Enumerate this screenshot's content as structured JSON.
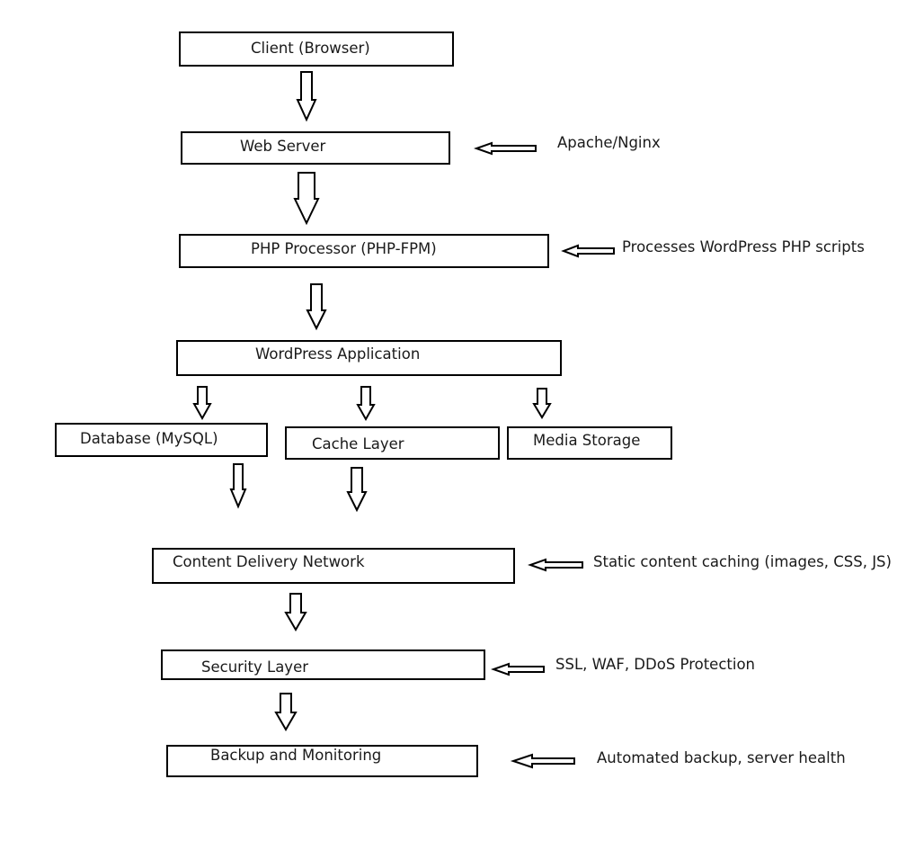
{
  "nodes": {
    "client": "Client (Browser)",
    "web_server": "Web Server",
    "php_processor": "PHP Processor (PHP-FPM)",
    "wordpress_app": "WordPress Application",
    "database": "Database (MySQL)",
    "cache_layer": "Cache Layer",
    "media_storage": "Media Storage",
    "cdn": "Content Delivery Network",
    "security_layer": "Security Layer",
    "backup_monitoring": "Backup and Monitoring"
  },
  "annotations": {
    "web_server": "Apache/Nginx",
    "php_processor": "Processes WordPress PHP scripts",
    "cdn": "Static content caching (images, CSS, JS)",
    "security_layer": "SSL, WAF, DDoS Protection",
    "backup_monitoring": "Automated backup, server health"
  },
  "edges": [
    {
      "from": "client",
      "to": "web_server"
    },
    {
      "from": "web_server",
      "to": "php_processor"
    },
    {
      "from": "php_processor",
      "to": "wordpress_app"
    },
    {
      "from": "wordpress_app",
      "to": "database"
    },
    {
      "from": "wordpress_app",
      "to": "cache_layer"
    },
    {
      "from": "wordpress_app",
      "to": "media_storage"
    },
    {
      "from": "database",
      "to": "cdn"
    },
    {
      "from": "cache_layer",
      "to": "cdn"
    },
    {
      "from": "cdn",
      "to": "security_layer"
    },
    {
      "from": "security_layer",
      "to": "backup_monitoring"
    },
    {
      "from": "annotation:web_server",
      "to": "web_server"
    },
    {
      "from": "annotation:php_processor",
      "to": "php_processor"
    },
    {
      "from": "annotation:cdn",
      "to": "cdn"
    },
    {
      "from": "annotation:security_layer",
      "to": "security_layer"
    },
    {
      "from": "annotation:backup_monitoring",
      "to": "backup_monitoring"
    }
  ]
}
